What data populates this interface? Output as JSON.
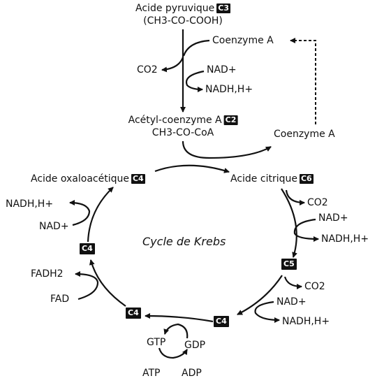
{
  "top": {
    "pyruvate_name": "Acide pyruvique",
    "pyruvate_carbon": "C3",
    "pyruvate_formula": "(CH3-CO-COOH)",
    "coenzyme_a_in": "Coenzyme A",
    "co2": "CO2",
    "nad": "NAD+",
    "nadh": "NADH,H+"
  },
  "acetyl": {
    "name": "Acétyl-coenzyme A",
    "carbon": "C2",
    "formula": "CH3-CO-CoA",
    "coenzyme_a_out": "Coenzyme A"
  },
  "cycle": {
    "title": "Cycle de Krebs",
    "oxaloacetic_name": "Acide oxaloacétique",
    "oxaloacetic_carbon": "C4",
    "citric_name": "Acide citrique",
    "citric_carbon": "C6",
    "c5": "C5",
    "c4_right": "C4",
    "c4_bottom": "C4",
    "c4_left": "C4"
  },
  "side_products": {
    "right_co2_1": "CO2",
    "right_nad_1": "NAD+",
    "right_nadh_1": "NADH,H+",
    "right_co2_2": "CO2",
    "right_nad_2": "NAD+",
    "right_nadh_2": "NADH,H+",
    "gtp": "GTP",
    "gdp": "GDP",
    "atp": "ATP",
    "adp": "ADP",
    "fad": "FAD",
    "fadh2": "FADH2",
    "left_nad": "NAD+",
    "left_nadh": "NADH,H+"
  }
}
